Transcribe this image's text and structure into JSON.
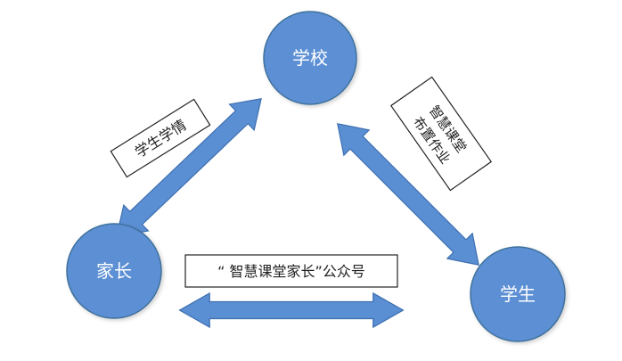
{
  "nodes": {
    "school": "学校",
    "parent": "家长",
    "student": "学生"
  },
  "edges": {
    "parent_school": "学生学情",
    "school_student": [
      "智慧课堂",
      "布置作业"
    ],
    "parent_student": "“  智慧课堂家长”公众号"
  },
  "colors": {
    "node_fill": "#5b8fd4",
    "node_stroke": "#41719c",
    "node_text": "#ffffff",
    "arrow_fill": "#5b8fd4",
    "arrow_stroke": "#3e6fb0",
    "label_border": "#222222",
    "label_text": "#222222"
  }
}
